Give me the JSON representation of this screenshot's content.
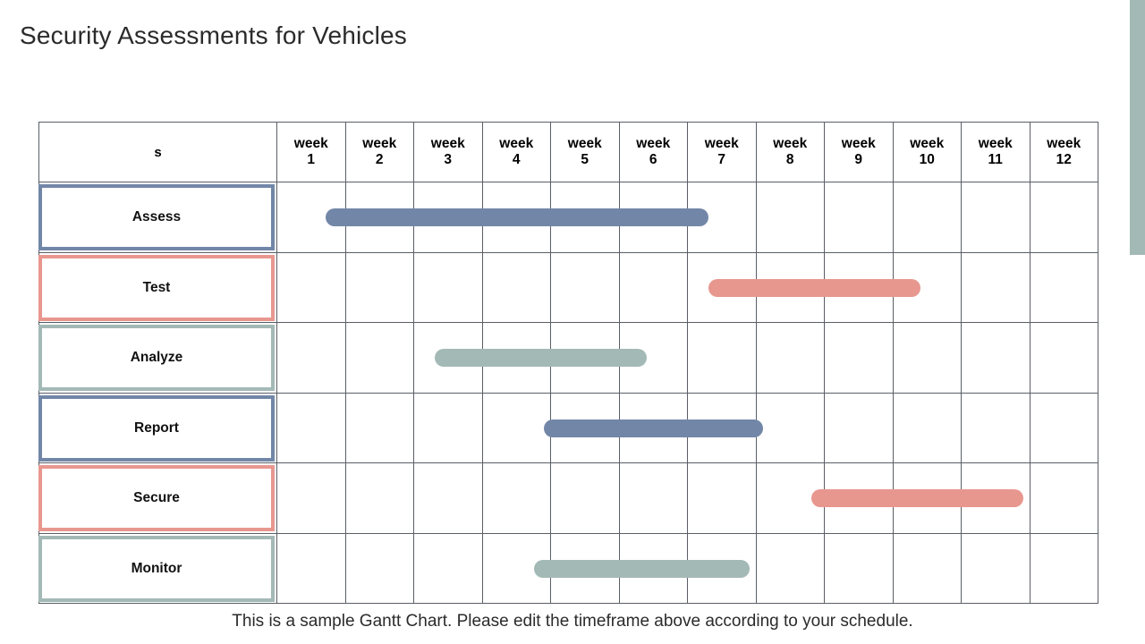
{
  "slide": {
    "title": "Security Assessments for Vehicles",
    "caption": "This is a sample Gantt Chart. Please edit the timeframe above according to your schedule."
  },
  "colors": {
    "blue": "#7287a8",
    "salmon": "#e8978f",
    "sage": "#a3b9b6",
    "grid": "#5a5f66",
    "title_text": "#2b2b2b",
    "accent_bar": "#a3b9b6"
  },
  "table": {
    "corner_header": "s",
    "column_headers": [
      {
        "label": "week",
        "number": "1"
      },
      {
        "label": "week",
        "number": "2"
      },
      {
        "label": "week",
        "number": "3"
      },
      {
        "label": "week",
        "number": "4"
      },
      {
        "label": "week",
        "number": "5"
      },
      {
        "label": "week",
        "number": "6"
      },
      {
        "label": "week",
        "number": "7"
      },
      {
        "label": "week",
        "number": "8"
      },
      {
        "label": "week",
        "number": "9"
      },
      {
        "label": "week",
        "number": "10"
      },
      {
        "label": "week",
        "number": "11"
      },
      {
        "label": "week",
        "number": "12"
      }
    ]
  },
  "chart_data": {
    "type": "bar",
    "chart_style": "gantt",
    "title": "Security Assessments for Vehicles",
    "xlabel": "",
    "ylabel": "",
    "categories": [
      "week 1",
      "week 2",
      "week 3",
      "week 4",
      "week 5",
      "week 6",
      "week 7",
      "week 8",
      "week 9",
      "week 10",
      "week 11",
      "week 12"
    ],
    "xlim": [
      1,
      13
    ],
    "grid": true,
    "legend": "none",
    "tasks": [
      {
        "name": "Assess",
        "start_week": 1.7,
        "end_week": 7.3,
        "duration_weeks": 5.6,
        "color": "#7287a8",
        "accent": "#7287a8"
      },
      {
        "name": "Test",
        "start_week": 7.3,
        "end_week": 10.4,
        "duration_weeks": 3.1,
        "color": "#e8978f",
        "accent": "#e8978f"
      },
      {
        "name": "Analyze",
        "start_week": 3.3,
        "end_week": 6.4,
        "duration_weeks": 3.1,
        "color": "#a3b9b6",
        "accent": "#a3b9b6"
      },
      {
        "name": "Report",
        "start_week": 4.9,
        "end_week": 8.1,
        "duration_weeks": 3.2,
        "color": "#7287a8",
        "accent": "#7287a8"
      },
      {
        "name": "Secure",
        "start_week": 8.8,
        "end_week": 11.9,
        "duration_weeks": 3.1,
        "color": "#e8978f",
        "accent": "#e8978f"
      },
      {
        "name": "Monitor",
        "start_week": 4.75,
        "end_week": 7.9,
        "duration_weeks": 3.15,
        "color": "#a3b9b6",
        "accent": "#a3b9b6"
      }
    ]
  }
}
